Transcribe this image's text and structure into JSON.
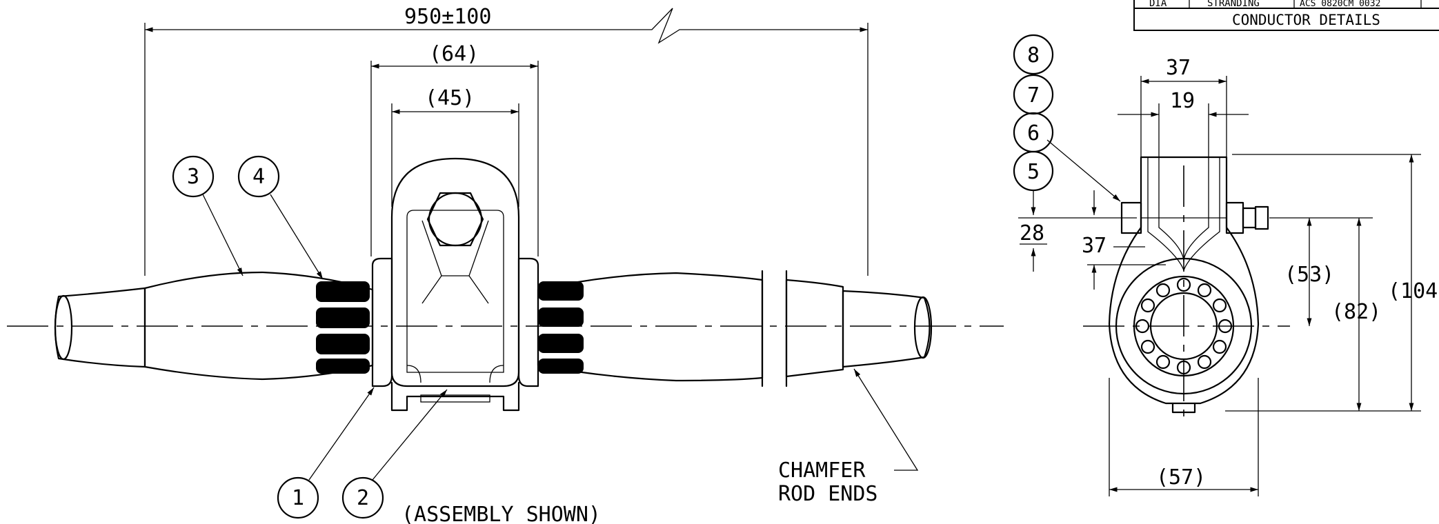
{
  "table": {
    "row_cells": [
      "DIA",
      "STRANDING",
      "ACS 0820CM 0032",
      ""
    ],
    "caption": "CONDUCTOR DETAILS"
  },
  "side_view": {
    "overall_length": "950±100",
    "clamp_width_outer": "(64)",
    "clamp_width_inner": "(45)",
    "note_chamfer_line1": "CHAMFER",
    "note_chamfer_line2": "ROD ENDS",
    "assembly_caption": "(ASSEMBLY SHOWN)",
    "balloons": [
      "1",
      "2",
      "3",
      "4"
    ]
  },
  "end_view": {
    "top_width": "37",
    "slot_width": "19",
    "offset_left": "28",
    "offset_left2": "37",
    "height_53": "(53)",
    "height_82": "(82)",
    "height_104": "(104)",
    "bottom_width": "(57)",
    "balloons": [
      "8",
      "7",
      "6",
      "5"
    ]
  }
}
